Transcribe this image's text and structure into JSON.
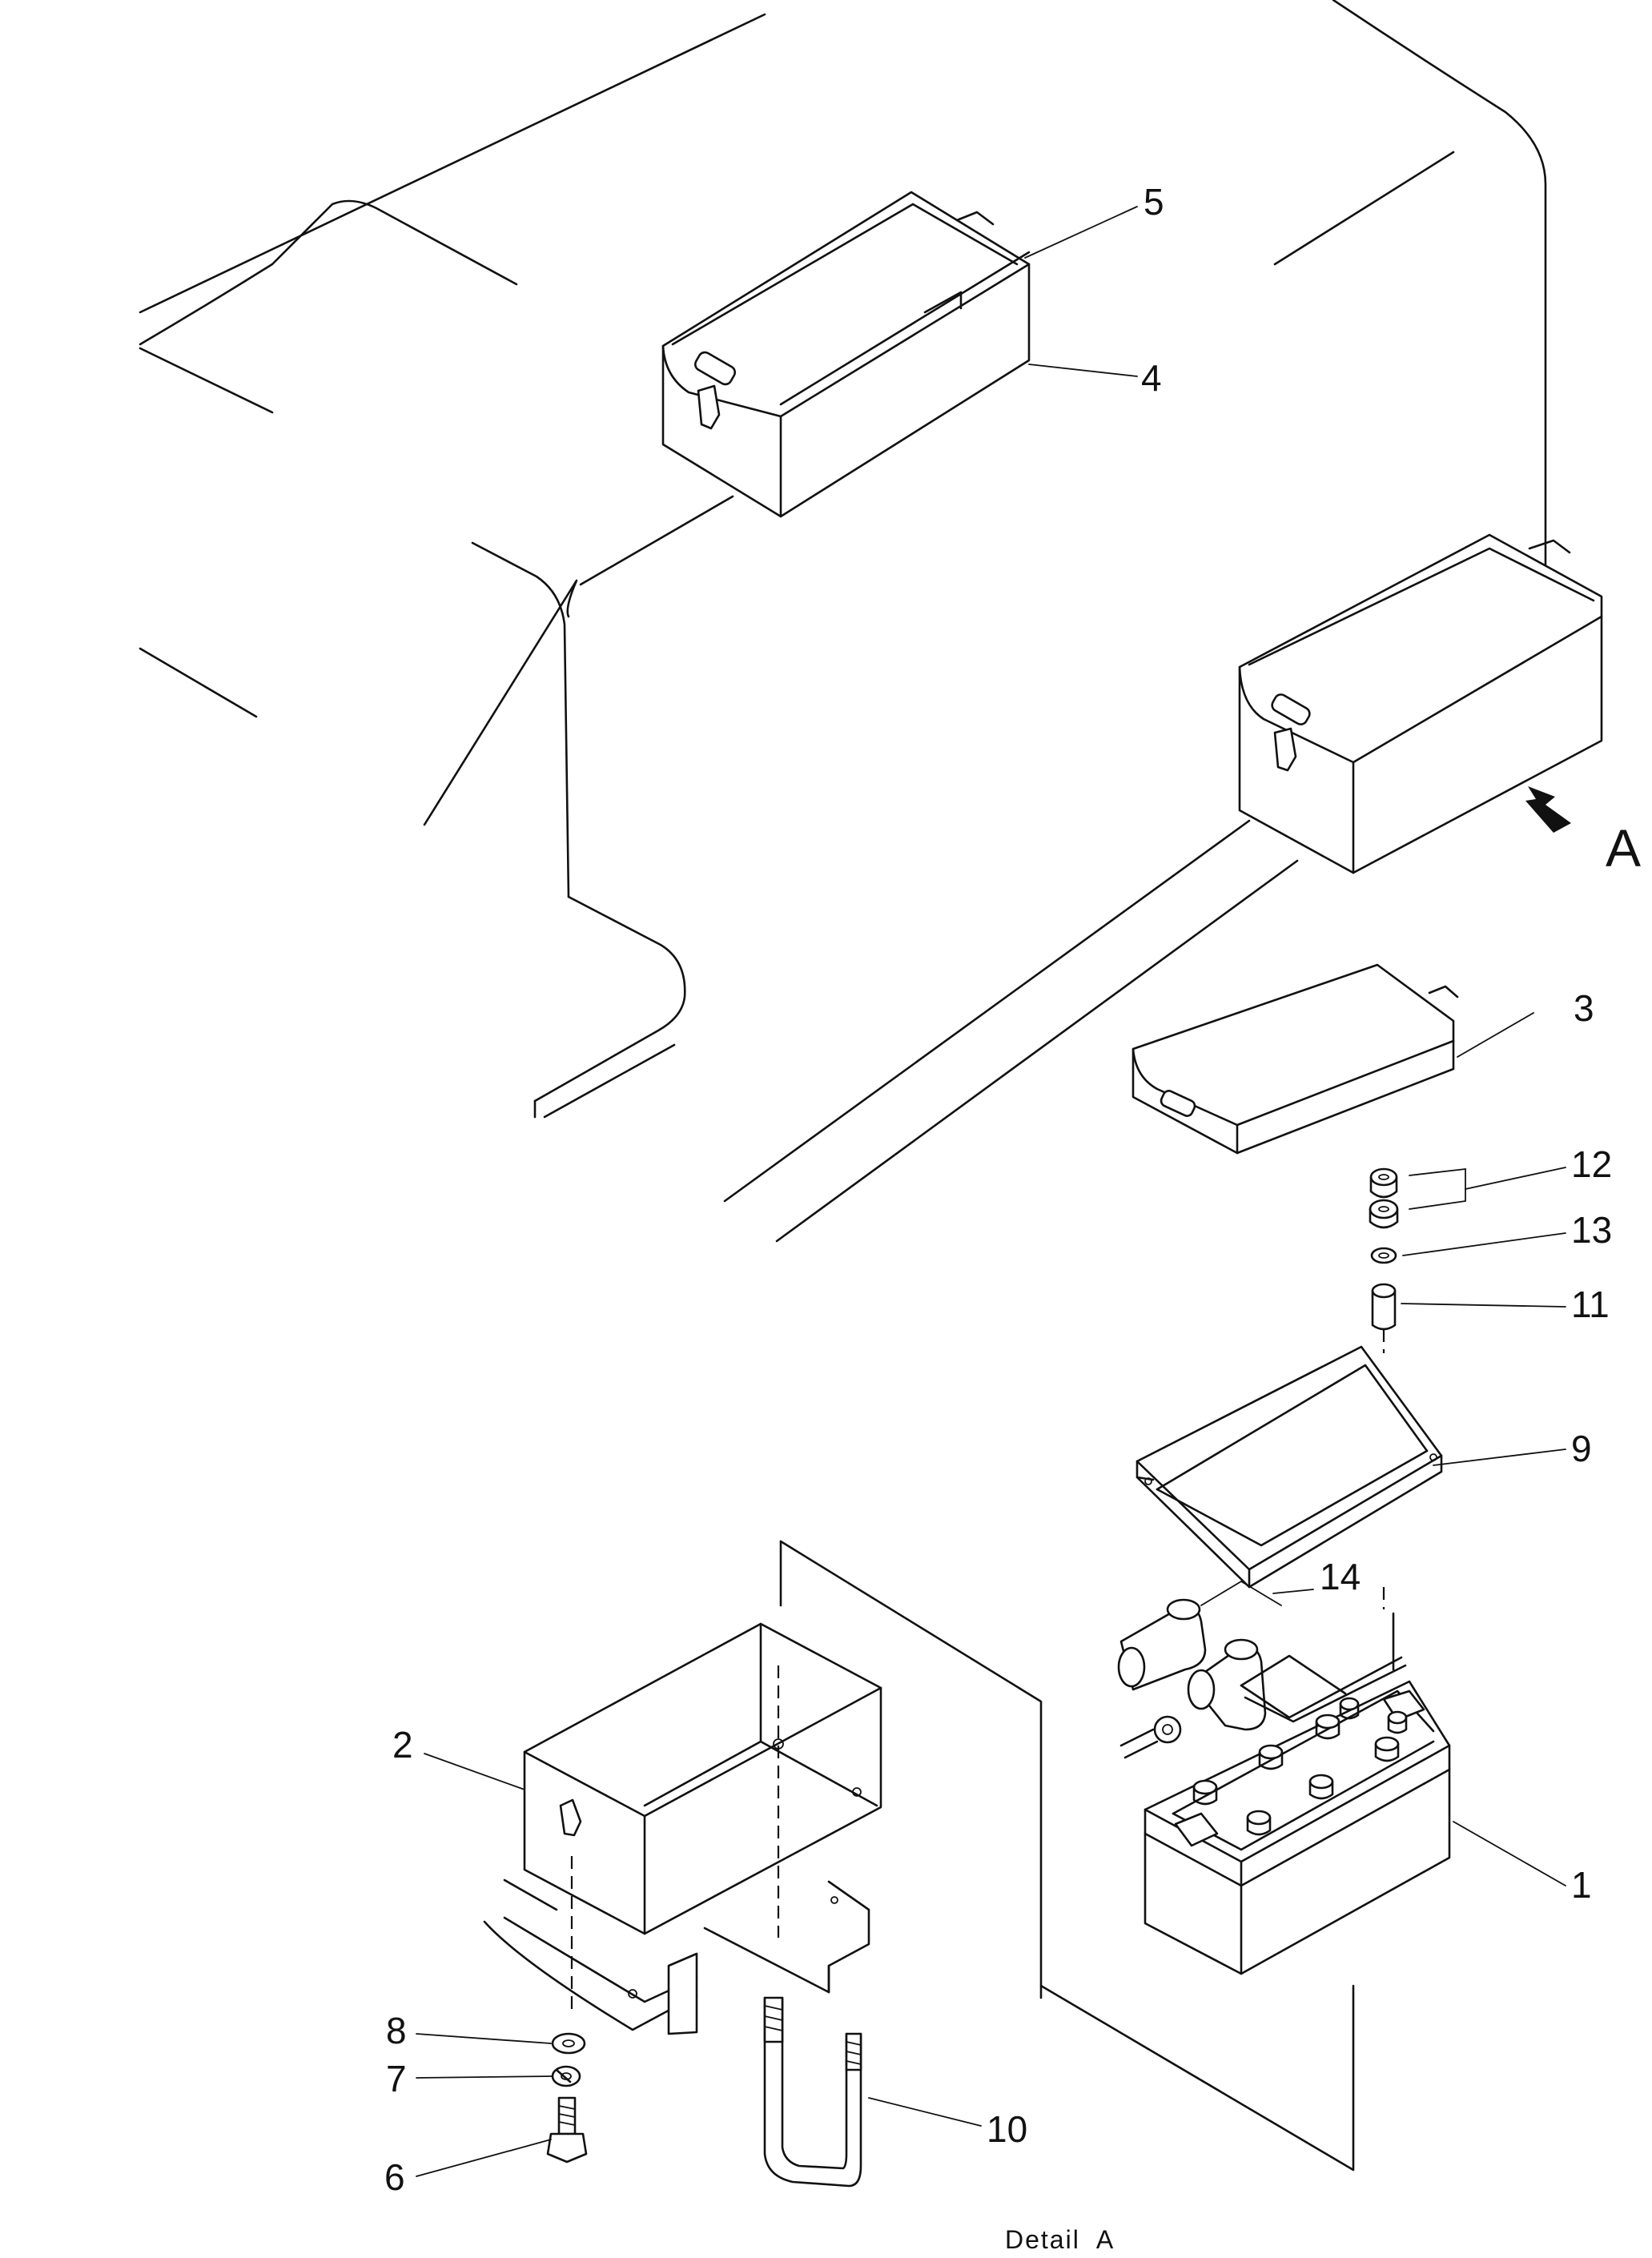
{
  "view_label": "A",
  "caption": "Detail  A",
  "parts": {
    "p1": "1",
    "p2": "2",
    "p3": "3",
    "p4": "4",
    "p5": "5",
    "p6": "6",
    "p7": "7",
    "p8": "8",
    "p9": "9",
    "p10": "10",
    "p11": "11",
    "p12": "12",
    "p13": "13",
    "p14": "14"
  }
}
